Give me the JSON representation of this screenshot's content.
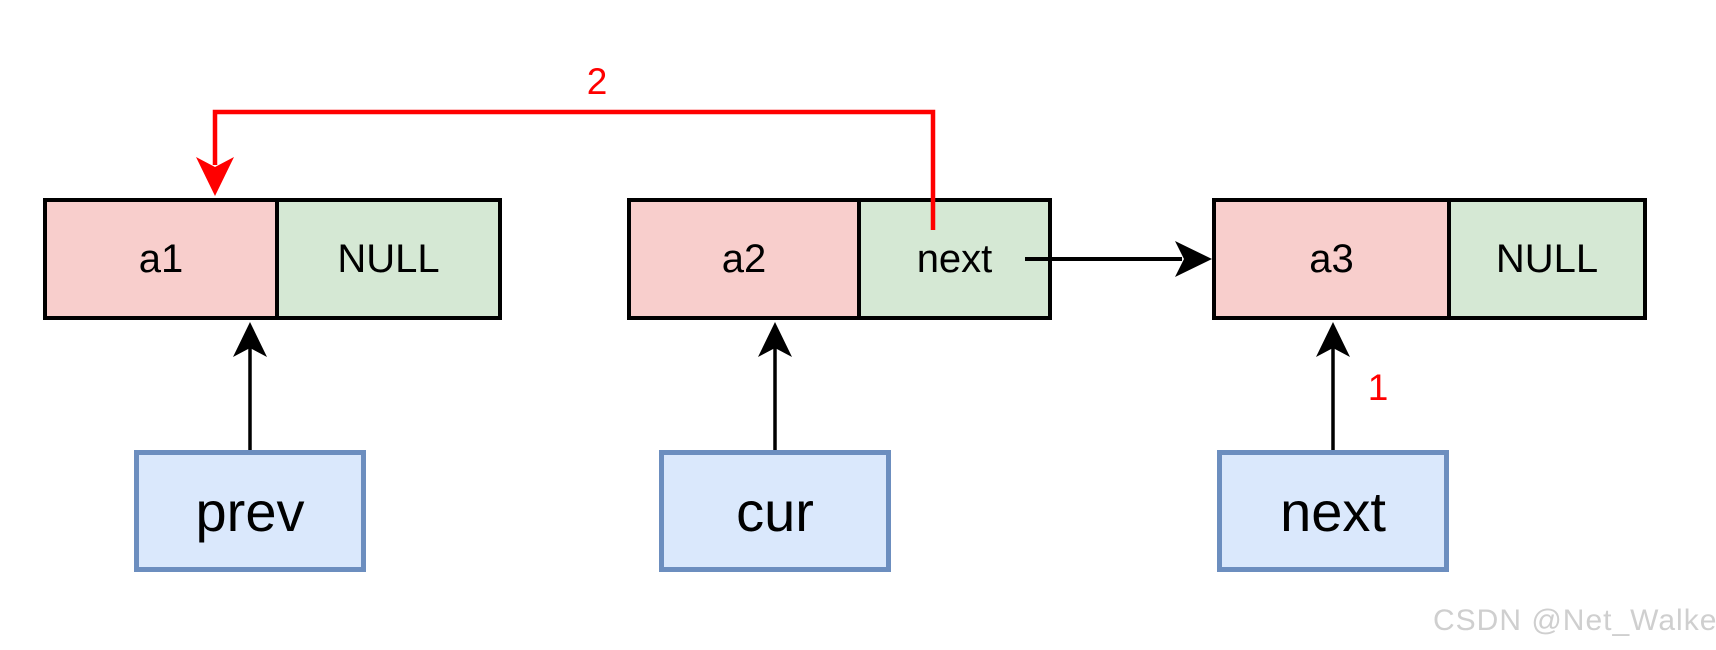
{
  "diagram": {
    "description": "linked-list reversal step diagram",
    "list_nodes": [
      {
        "value": "a1",
        "pointer": "NULL"
      },
      {
        "value": "a2",
        "pointer": "next"
      },
      {
        "value": "a3",
        "pointer": "NULL"
      }
    ],
    "pointer_boxes": [
      {
        "label": "prev"
      },
      {
        "label": "cur"
      },
      {
        "label": "next"
      }
    ],
    "step_labels": {
      "reassign_cur_next_to_prev": "2",
      "save_next": "1"
    },
    "colors": {
      "node-value-fill": "#f8cecc",
      "node-pointer-fill": "#d5e8d4",
      "node-border": "#000000",
      "pointer-box-fill": "#dae8fc",
      "pointer-box-border": "#6c8ebf",
      "arrow-black": "#000000",
      "arrow-red": "#ff0000",
      "watermark-color": "#cfcfcf"
    }
  },
  "watermark": {
    "text": "CSDN @Net_Walke"
  }
}
